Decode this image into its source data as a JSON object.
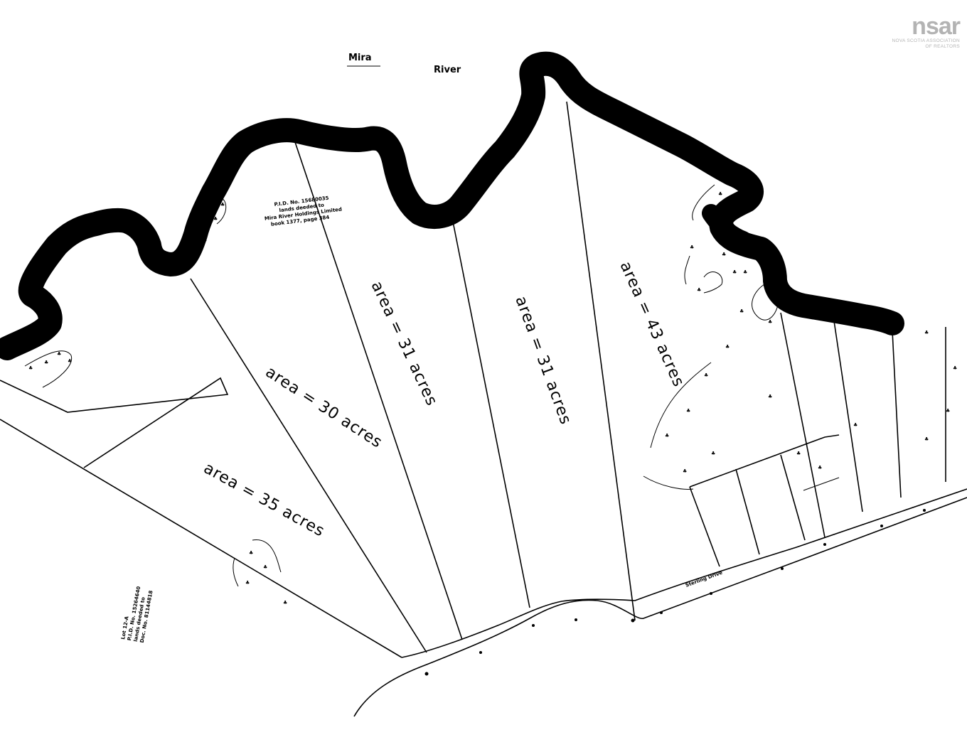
{
  "logo": {
    "brand": "nsar",
    "line1": "NOVA SCOTIA ASSOCIATION",
    "line2": "OF REALTORS"
  },
  "river": {
    "name_word1": "Mira",
    "name_word2": "River"
  },
  "areas": [
    {
      "label": "area = 35 acres"
    },
    {
      "label": "area = 30 acres"
    },
    {
      "label": "area = 31 acres"
    },
    {
      "label": "area = 31 acres"
    },
    {
      "label": "area = 43 acres"
    }
  ],
  "parcel_note": {
    "line1": "P.I.D. No. 15680035",
    "line2": "lands deeded to",
    "line3": "Mira River Holdings Limited",
    "line4": "book 1377, page 384"
  },
  "road": {
    "name": "Sterling Drive"
  },
  "adjacent_note": {
    "line1": "Lot 12-A",
    "line2": "P.I.D. No. 15264640",
    "line3": "lands deeded to",
    "line4": "Doc. No. 81144818"
  }
}
